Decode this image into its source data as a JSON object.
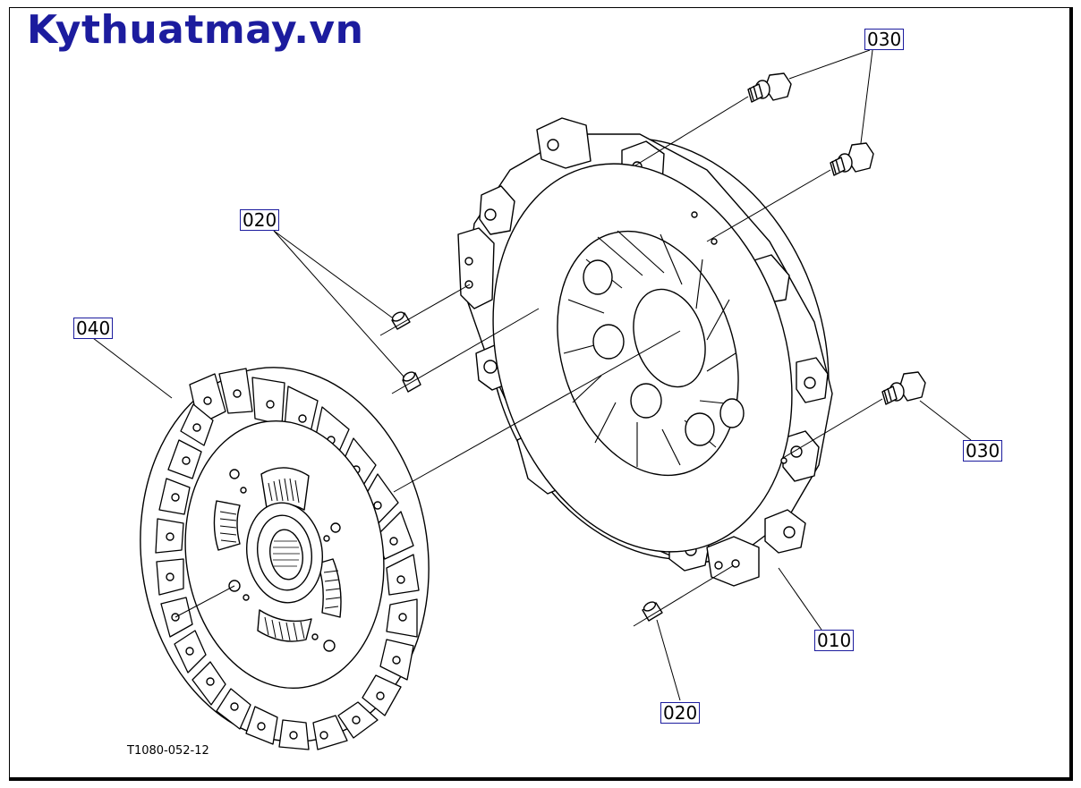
{
  "watermark": {
    "text": "Kythuatmay.vn",
    "color": "#1c1c9e"
  },
  "drawing_number": "T1080-052-12",
  "callouts": {
    "part_010": "010",
    "part_020_upper": "020",
    "part_020_lower": "020",
    "part_030_upper": "030",
    "part_030_right": "030",
    "part_040": "040"
  },
  "colors": {
    "line": "#000000",
    "label_border": "#1c1c9e",
    "background": "#ffffff"
  }
}
